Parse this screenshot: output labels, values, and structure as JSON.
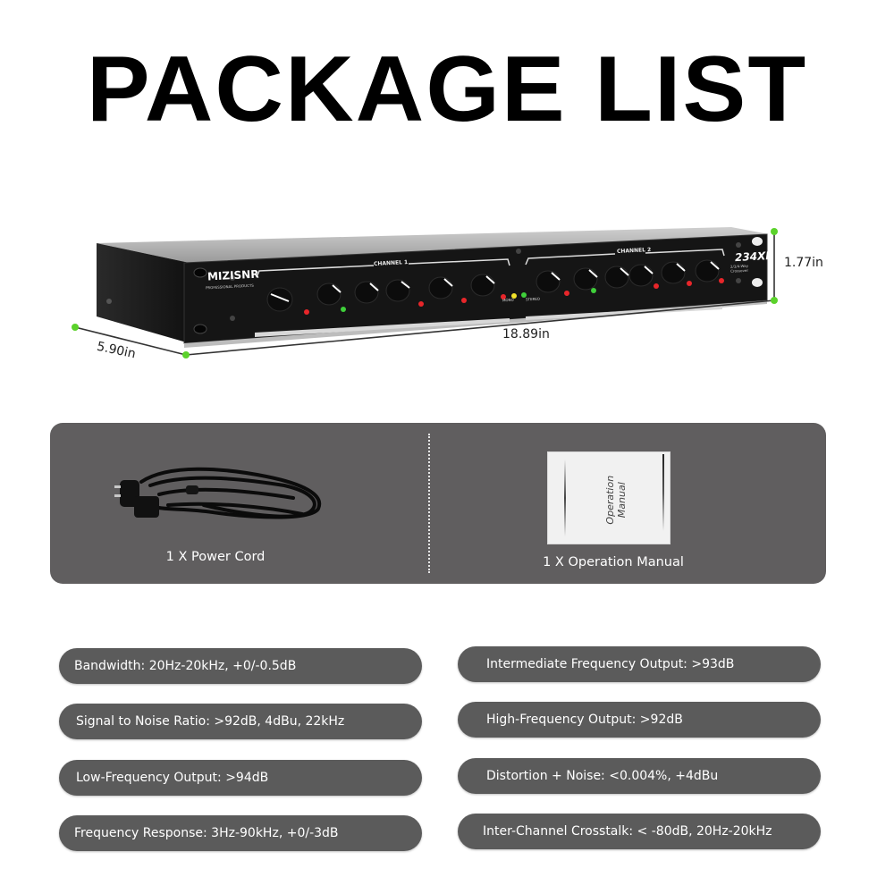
{
  "header": {
    "title": "PACKAGE LIST"
  },
  "product": {
    "brand": "MIZISNR",
    "brand_tagline": "PROFESSIONAL PRODUCTS",
    "model": "234XL",
    "model_subtitle": "2/3/4-Way Crossover",
    "channel_1_label": "CHANNEL 1",
    "channel_2_label": "CHANNEL 2",
    "mode_labels": [
      "MONO",
      "STEREO"
    ],
    "dimensions": {
      "depth": "5.90in",
      "width": "18.89in",
      "height": "1.77in"
    },
    "colors": {
      "chassis": "#1c1c1c",
      "panel": "#111111",
      "dimension_line": "#333333",
      "dimension_dot": "#5bd22b",
      "led_red": "#e8262a",
      "led_green": "#3fcf3a",
      "led_yellow": "#f2e32a"
    }
  },
  "package": {
    "background": "#605e5f",
    "items": [
      {
        "label": "1 X Power Cord",
        "icon": "power-cord-image"
      },
      {
        "label": "1 X Operation Manual",
        "icon": "manual-image",
        "manual_cover_text": [
          "Operation",
          "Manual"
        ]
      }
    ]
  },
  "specs": {
    "pill_color": "#5b5b5b",
    "left": [
      "Bandwidth: 20Hz-20kHz, +0/-0.5dB",
      "Signal to Noise Ratio: >92dB, 4dBu, 22kHz",
      "Low-Frequency Output: >94dB",
      "Frequency Response: 3Hz-90kHz, +0/-3dB"
    ],
    "right": [
      "Intermediate Frequency Output: >93dB",
      "High-Frequency Output: >92dB",
      "Distortion + Noise: <0.004%, +4dBu",
      "Inter-Channel Crosstalk: < -80dB, 20Hz-20kHz"
    ]
  }
}
